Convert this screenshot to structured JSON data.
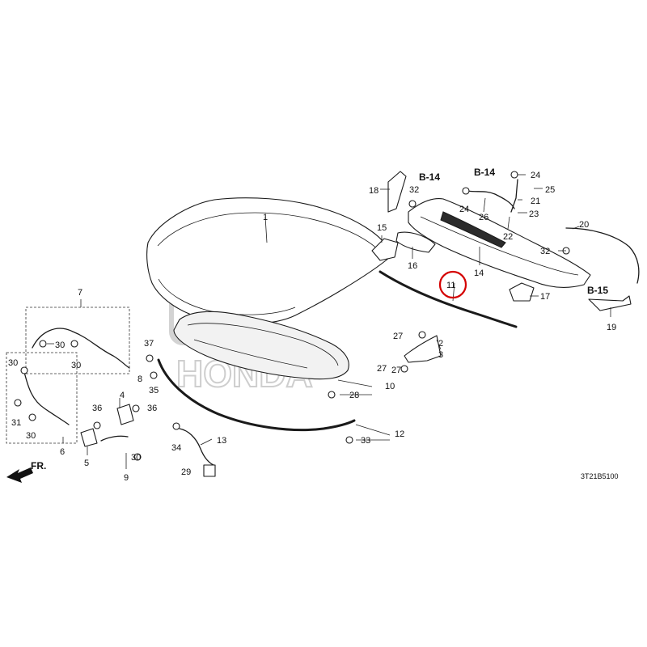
{
  "diagram": {
    "part_code": "3T21B5100",
    "direction_label": "FR.",
    "watermark_text": "HONDA",
    "highlighted_callout": "11",
    "reference_labels": [
      "B-14",
      "B-14",
      "B-15"
    ],
    "callouts": [
      "1",
      "2",
      "3",
      "4",
      "5",
      "6",
      "7",
      "8",
      "9",
      "10",
      "11",
      "12",
      "13",
      "14",
      "15",
      "16",
      "17",
      "18",
      "19",
      "20",
      "21",
      "22",
      "23",
      "24",
      "24",
      "25",
      "26",
      "27",
      "27",
      "27",
      "28",
      "29",
      "30",
      "30",
      "30",
      "30",
      "30",
      "31",
      "32",
      "32",
      "33",
      "34",
      "35",
      "36",
      "36",
      "37"
    ]
  },
  "colors": {
    "highlight": "#d40000",
    "line": "#1a1a1a",
    "watermark": "#c9c9c9"
  }
}
